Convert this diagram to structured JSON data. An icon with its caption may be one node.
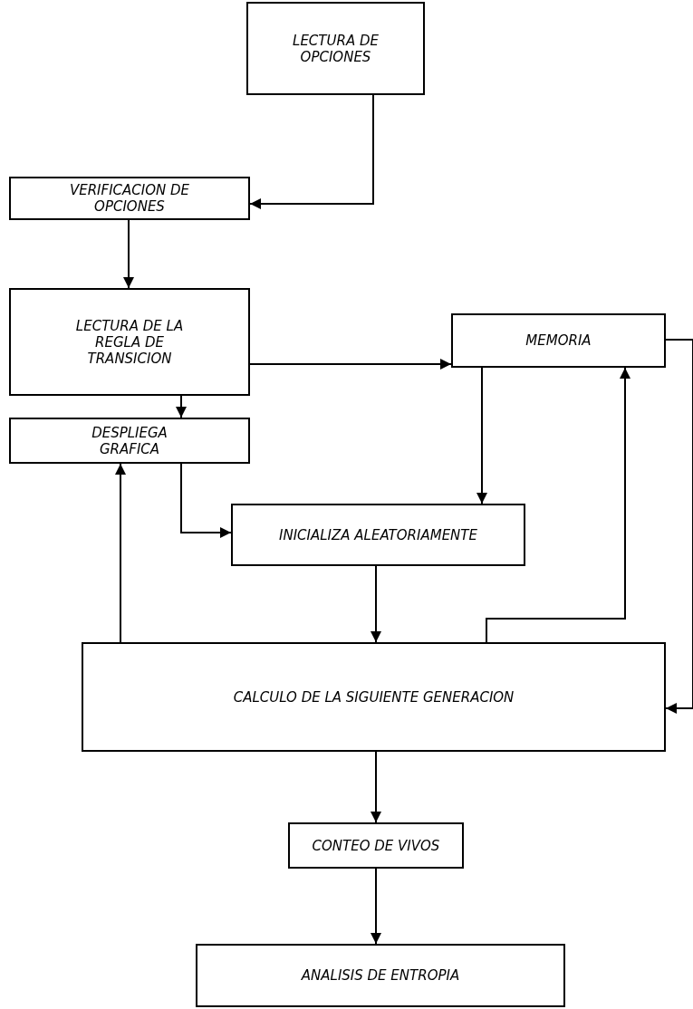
{
  "diagram": {
    "nodes": [
      {
        "text": [
          "LECTURA DE OPCIONES"
        ]
      },
      {
        "text": [
          "VERIFICACION DE OPCIONES"
        ]
      },
      {
        "text": [
          "LECTURA DE LA REGLA DE TRANSICION"
        ]
      },
      {
        "text": [
          "MEMORIA"
        ]
      },
      {
        "text": [
          "DESPLIEGA GRAFICA"
        ]
      },
      {
        "text": [
          "INICIALIZA ALEATORIAMENTE"
        ]
      },
      {
        "text": [
          "CALCULO DE LA SIGUIENTE GENERACION"
        ]
      },
      {
        "text": [
          "CONTEO DE VIVOS"
        ]
      },
      {
        "text": [
          "ANALISIS DE ENTROPIA"
        ]
      }
    ],
    "edges": [
      {
        "from": 0,
        "to": 1,
        "arrow": "to"
      },
      {
        "from": 1,
        "to": 2,
        "arrow": "to"
      },
      {
        "from": 2,
        "to": 3,
        "arrow": "to"
      },
      {
        "from": 2,
        "to": 4,
        "arrow": "to"
      },
      {
        "from": 3,
        "to": 5,
        "arrow": "to"
      },
      {
        "from": 4,
        "to": 5,
        "arrow": "to"
      },
      {
        "from": 5,
        "to": 6,
        "arrow": "to"
      },
      {
        "from": 6,
        "to": 3,
        "arrow": "to"
      },
      {
        "from": 6,
        "to": 4,
        "arrow": "to"
      },
      {
        "from": 3,
        "to": 6,
        "arrow": "to"
      },
      {
        "from": 6,
        "to": 7,
        "arrow": "to"
      },
      {
        "from": 7,
        "to": 8,
        "arrow": "to"
      }
    ]
  }
}
